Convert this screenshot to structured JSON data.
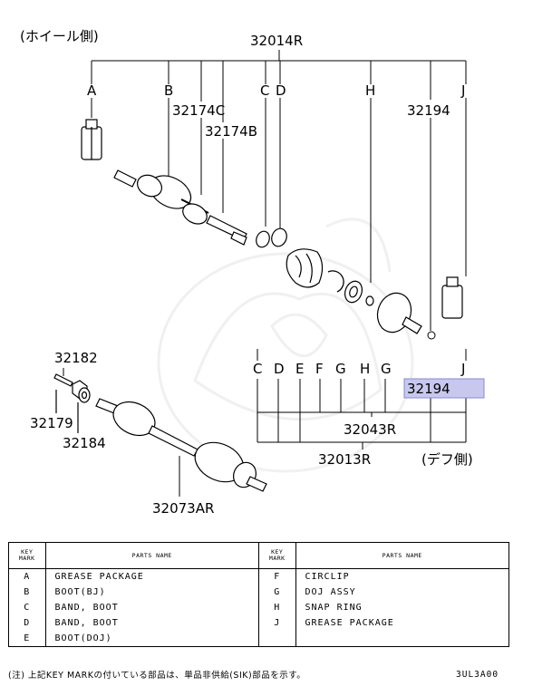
{
  "labels": {
    "wheel_side": "(ホイール側)",
    "diff_side": "(デフ側)",
    "assy_main": "32014R",
    "assy_doj": "32043R",
    "assy_inner": "32013R",
    "boot_bj_part": "32174C",
    "band_bj_part": "32174B",
    "grease_part": "32194",
    "grease_part_highlight": "32194",
    "pin_part": "32182",
    "cotter_part": "32179",
    "washer_part": "32184",
    "shaft_part": "32073AR"
  },
  "key_letters_top": [
    "A",
    "B",
    "C",
    "D",
    "H",
    "J"
  ],
  "key_letters_bottom": [
    "C",
    "D",
    "E",
    "F",
    "G",
    "H",
    "G",
    "J"
  ],
  "table": {
    "header": {
      "key_mark": "KEY MARK",
      "parts_name": "PARTS NAME",
      "key_mark_2": "KEY MARK",
      "parts_name_2": "PARTS NAME"
    },
    "rows": [
      {
        "k1": "A",
        "n1": "GREASE PACKAGE",
        "k2": "F",
        "n2": "CIRCLIP"
      },
      {
        "k1": "B",
        "n1": "BOOT(BJ)",
        "k2": "G",
        "n2": "DOJ ASSY"
      },
      {
        "k1": "C",
        "n1": "BAND, BOOT",
        "k2": "H",
        "n2": "SNAP RING"
      },
      {
        "k1": "D",
        "n1": "BAND, BOOT",
        "k2": "J",
        "n2": "GREASE PACKAGE"
      },
      {
        "k1": "E",
        "n1": "BOOT(DOJ)",
        "k2": "",
        "n2": ""
      }
    ]
  },
  "note": "(注) 上記KEY MARKの付いている部品は、単品非供給(SIK)部品を示す。",
  "diagram_code": "3UL3A00",
  "colors": {
    "highlight_fill": "#c8c8ef",
    "highlight_stroke": "#8888cc",
    "line": "#000000"
  }
}
